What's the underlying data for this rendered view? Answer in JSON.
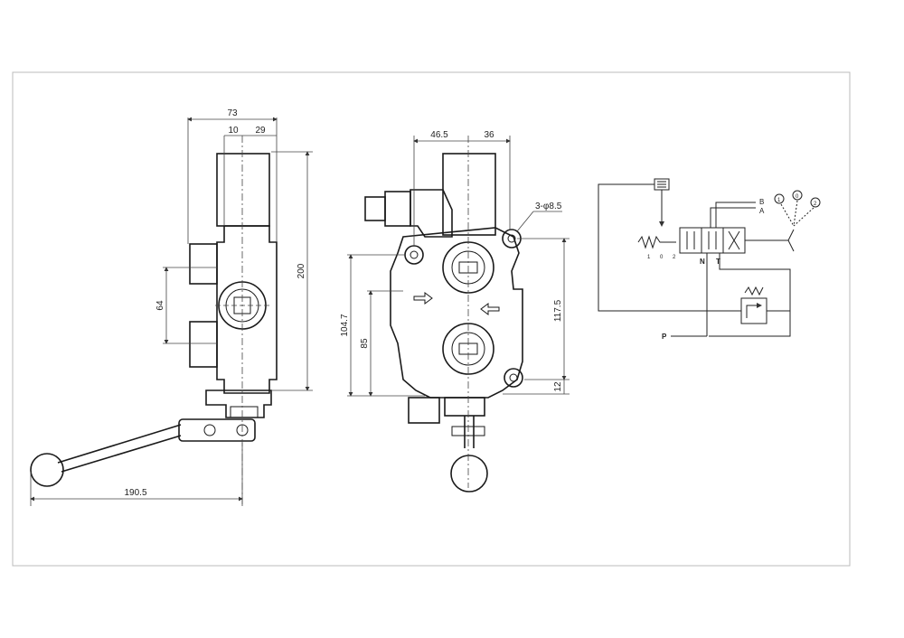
{
  "dimensions": {
    "side_view": {
      "overall_width": "73",
      "offset_left": "10",
      "offset_right": "29",
      "height": "200",
      "port_spacing": "64",
      "handle_length": "190.5"
    },
    "front_view": {
      "width_left": "46.5",
      "width_right": "36",
      "mount_holes": "3-φ8.5",
      "mount_height": "104.7",
      "port_height": "85",
      "right_height": "117.5",
      "base_offset": "12"
    }
  },
  "schematic": {
    "port_b": "B",
    "port_a": "A",
    "port_n": "N",
    "port_t": "T",
    "port_p": "P",
    "position_1": "1",
    "position_0": "0",
    "position_2": "2",
    "spring_label_1": "1",
    "spring_label_0": "0",
    "spring_label_2": "2"
  },
  "colors": {
    "line": "#1a1a1a",
    "frame": "#bbbbbb"
  }
}
